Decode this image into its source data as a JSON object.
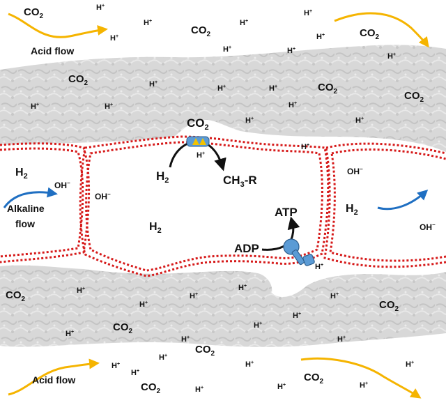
{
  "colors": {
    "rock": "#d6d6d6",
    "rock_shade": "#bfbfbf",
    "membrane": "#d61a1a",
    "acid_arrow": "#f5b400",
    "alkaline_arrow": "#1f6fc2",
    "enzyme": "#5b9bd5",
    "enzyme_core": "#f2c200"
  },
  "icons": {
    "co2_fixing_enzyme": "enzyme-icon",
    "atp_synthase": "atp-synthase-icon"
  },
  "labels": {
    "acid_flow_top": "Acid flow",
    "acid_flow_bottom": "Acid flow",
    "alkaline_flow": "Alkaline\nflow",
    "co2": "CO2",
    "h_plus": "H+",
    "oh_minus": "OH−",
    "h2": "H2",
    "ch3r": "CH3-R",
    "atp": "ATP",
    "adp": "ADP"
  }
}
